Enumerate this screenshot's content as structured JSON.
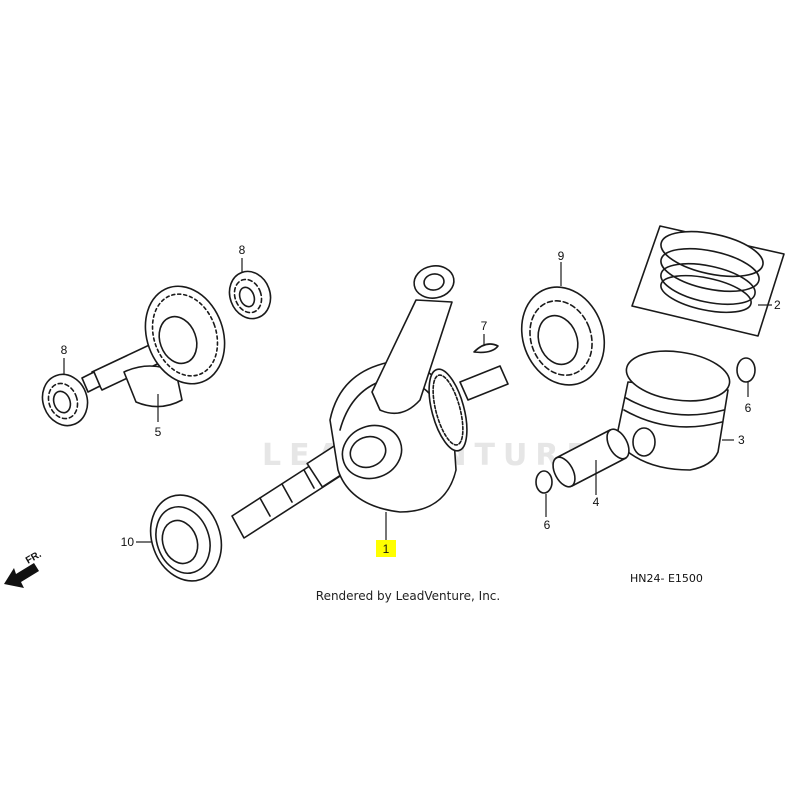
{
  "watermark": "LEADVENTURE",
  "credit": "Rendered by LeadVenture, Inc.",
  "diagram_code": "HN24- E1500",
  "direction_label": "FR.",
  "highlight_color": "#ffff00",
  "callouts": {
    "p1": "1",
    "p2": "2",
    "p3": "3",
    "p4": "4",
    "p5": "5",
    "p6a": "6",
    "p6b": "6",
    "p7": "7",
    "p8a": "8",
    "p8b": "8",
    "p9": "9",
    "p10": "10"
  },
  "icons": {
    "direction": "front-arrow-icon"
  }
}
